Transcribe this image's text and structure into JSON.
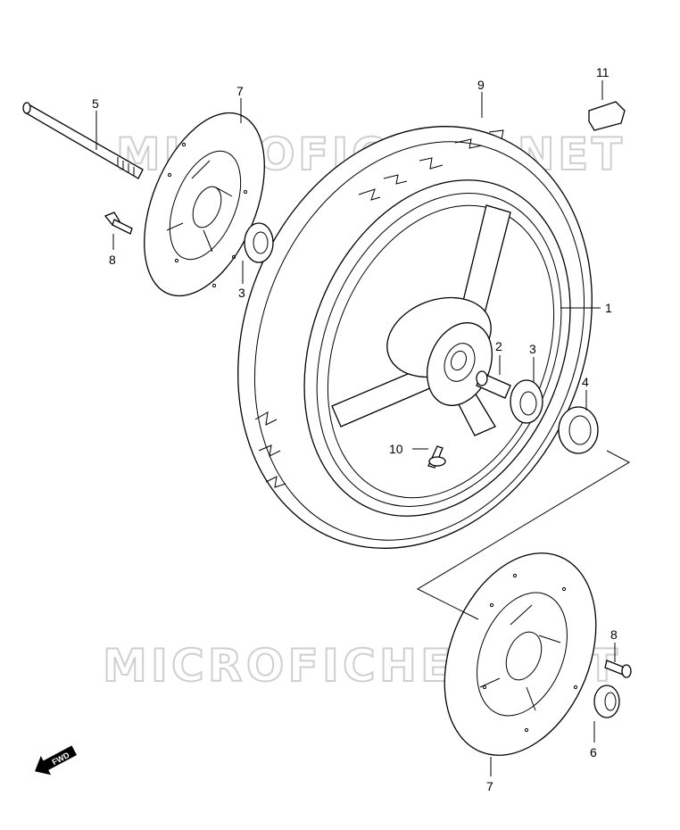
{
  "watermark": "MICROFICHES.NET",
  "fwd_label": "FWD",
  "callouts": {
    "c1": "1",
    "c2": "2",
    "c3a": "3",
    "c3b": "3",
    "c4": "4",
    "c5": "5",
    "c6": "6",
    "c7a": "7",
    "c7b": "7",
    "c8a": "8",
    "c8b": "8",
    "c9": "9",
    "c10": "10",
    "c11": "11"
  }
}
